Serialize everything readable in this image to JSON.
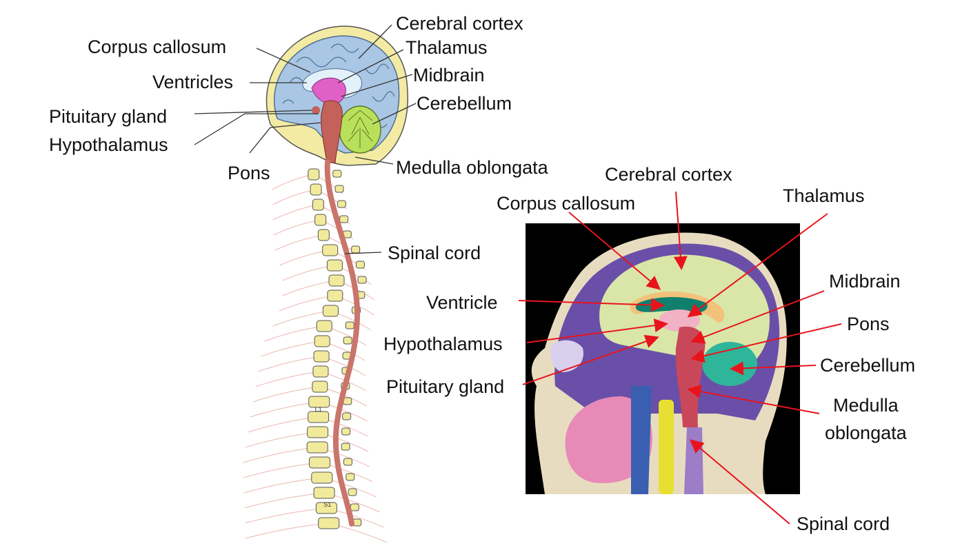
{
  "left_diagram": {
    "labels": {
      "cerebral_cortex": "Cerebral cortex",
      "corpus_callosum": "Corpus callosum",
      "thalamus": "Thalamus",
      "ventricles": "Ventricles",
      "midbrain": "Midbrain",
      "cerebellum": "Cerebellum",
      "pituitary_gland": "Pituitary gland",
      "hypothalamus": "Hypothalamus",
      "pons": "Pons",
      "medulla_oblongata": "Medulla oblongata",
      "spinal_cord": "Spinal cord"
    },
    "vertebra_marks": [
      "L1",
      "S1"
    ],
    "colors": {
      "skull": "#f3eba3",
      "cortex": "#a9c6e4",
      "ventricle": "#e3f1fb",
      "thalamus": "#e060c8",
      "cerebellum": "#b8e05a",
      "brainstem": "#c4625a",
      "spinal_cord": "#c9756c",
      "vertebra": "#f1ea9c",
      "nerve": "#eab7b0",
      "leader_line": "#333333"
    }
  },
  "right_diagram": {
    "labels": {
      "cerebral_cortex": "Cerebral cortex",
      "corpus_callosum": "Corpus callosum",
      "thalamus": "Thalamus",
      "midbrain": "Midbrain",
      "ventricle": "Ventricle",
      "pons": "Pons",
      "hypothalamus": "Hypothalamus",
      "cerebellum": "Cerebellum",
      "pituitary_gland": "Pituitary gland",
      "medulla_oblongata": "Medulla\noblongata",
      "spinal_cord": "Spinal cord"
    },
    "colors": {
      "background": "#000000",
      "cortex": "#d9e6a8",
      "corpus_callosum": "#f2c27a",
      "ventricle": "#0f7f6e",
      "thalamus": "#f0b2c4",
      "brainstem": "#c8485a",
      "cerebellum": "#2fb59a",
      "spine": "#e8e030",
      "tongue": "#e88ab8",
      "arrow": "#e8141c"
    }
  }
}
